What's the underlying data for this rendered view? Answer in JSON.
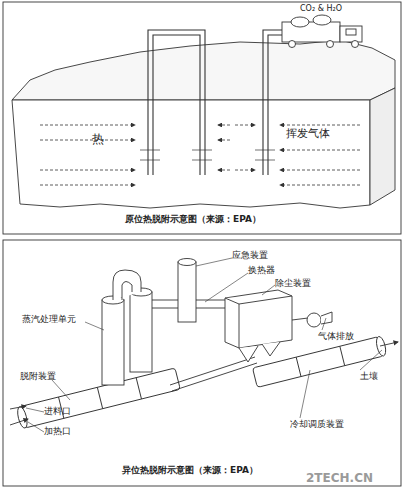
{
  "diagram": {
    "labels": [
      "CO₂ & H₂O",
      "热",
      "挥发气体",
      "原位热脱附示意图（来源：EPA）",
      "应急装置",
      "换热器",
      "除尘装置",
      "蒸汽处理单元",
      "气体排放",
      "土壤",
      "脱附装置",
      "冷却调质装置",
      "进料口",
      "加热口",
      "异位热脱附示意图（来源：EPA）",
      "2TECH.CN"
    ]
  }
}
